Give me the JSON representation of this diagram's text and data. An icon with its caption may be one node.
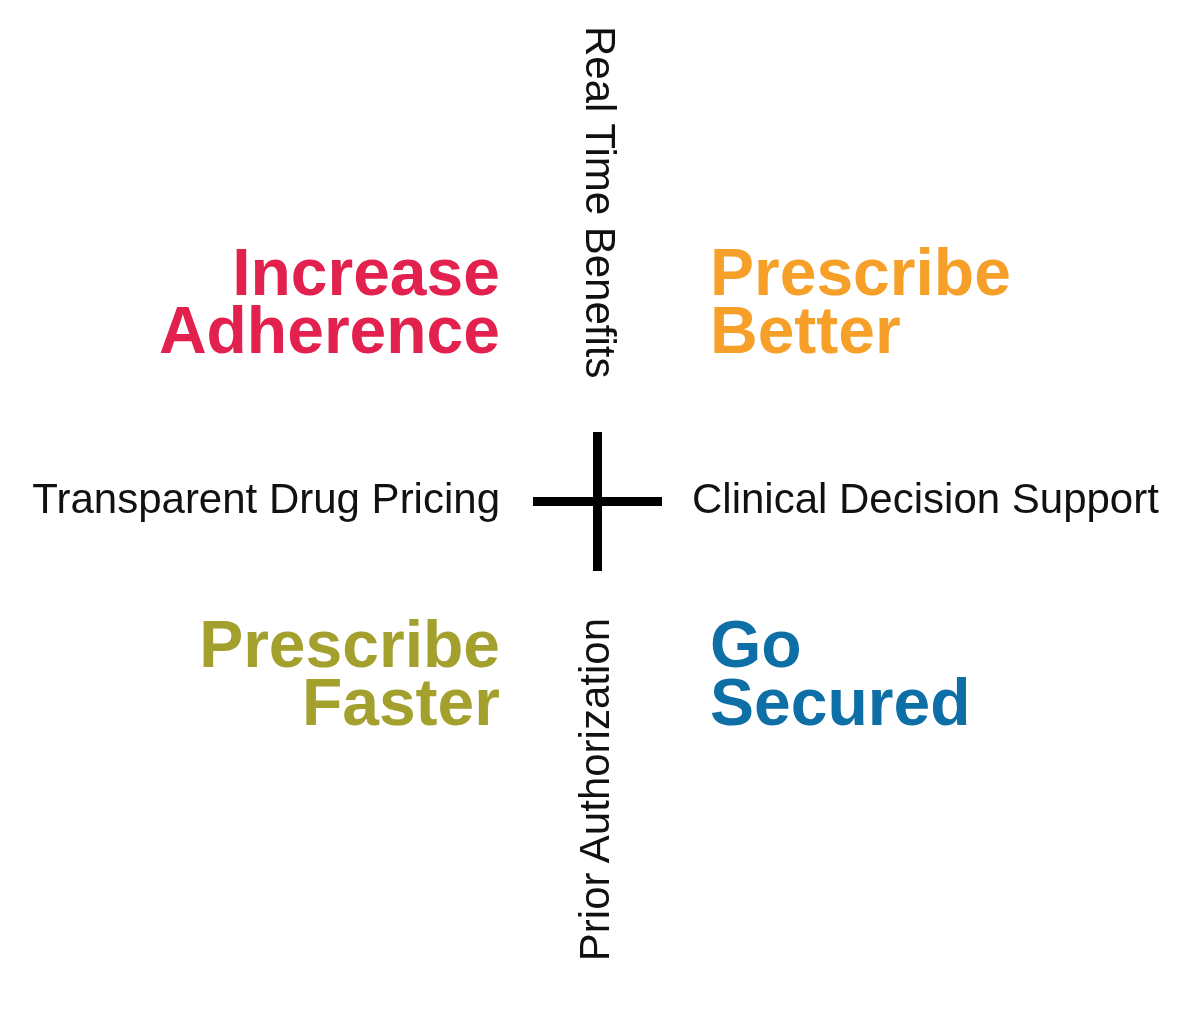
{
  "diagram": {
    "labels": [
      "Increase Adherence",
      "Real Time Benefits",
      "Prescribe Better",
      "Transparent Drug Pricing",
      "Clinical Decision Support",
      "Prescribe Faster",
      "Prior Authorization",
      "Go Secured"
    ]
  }
}
